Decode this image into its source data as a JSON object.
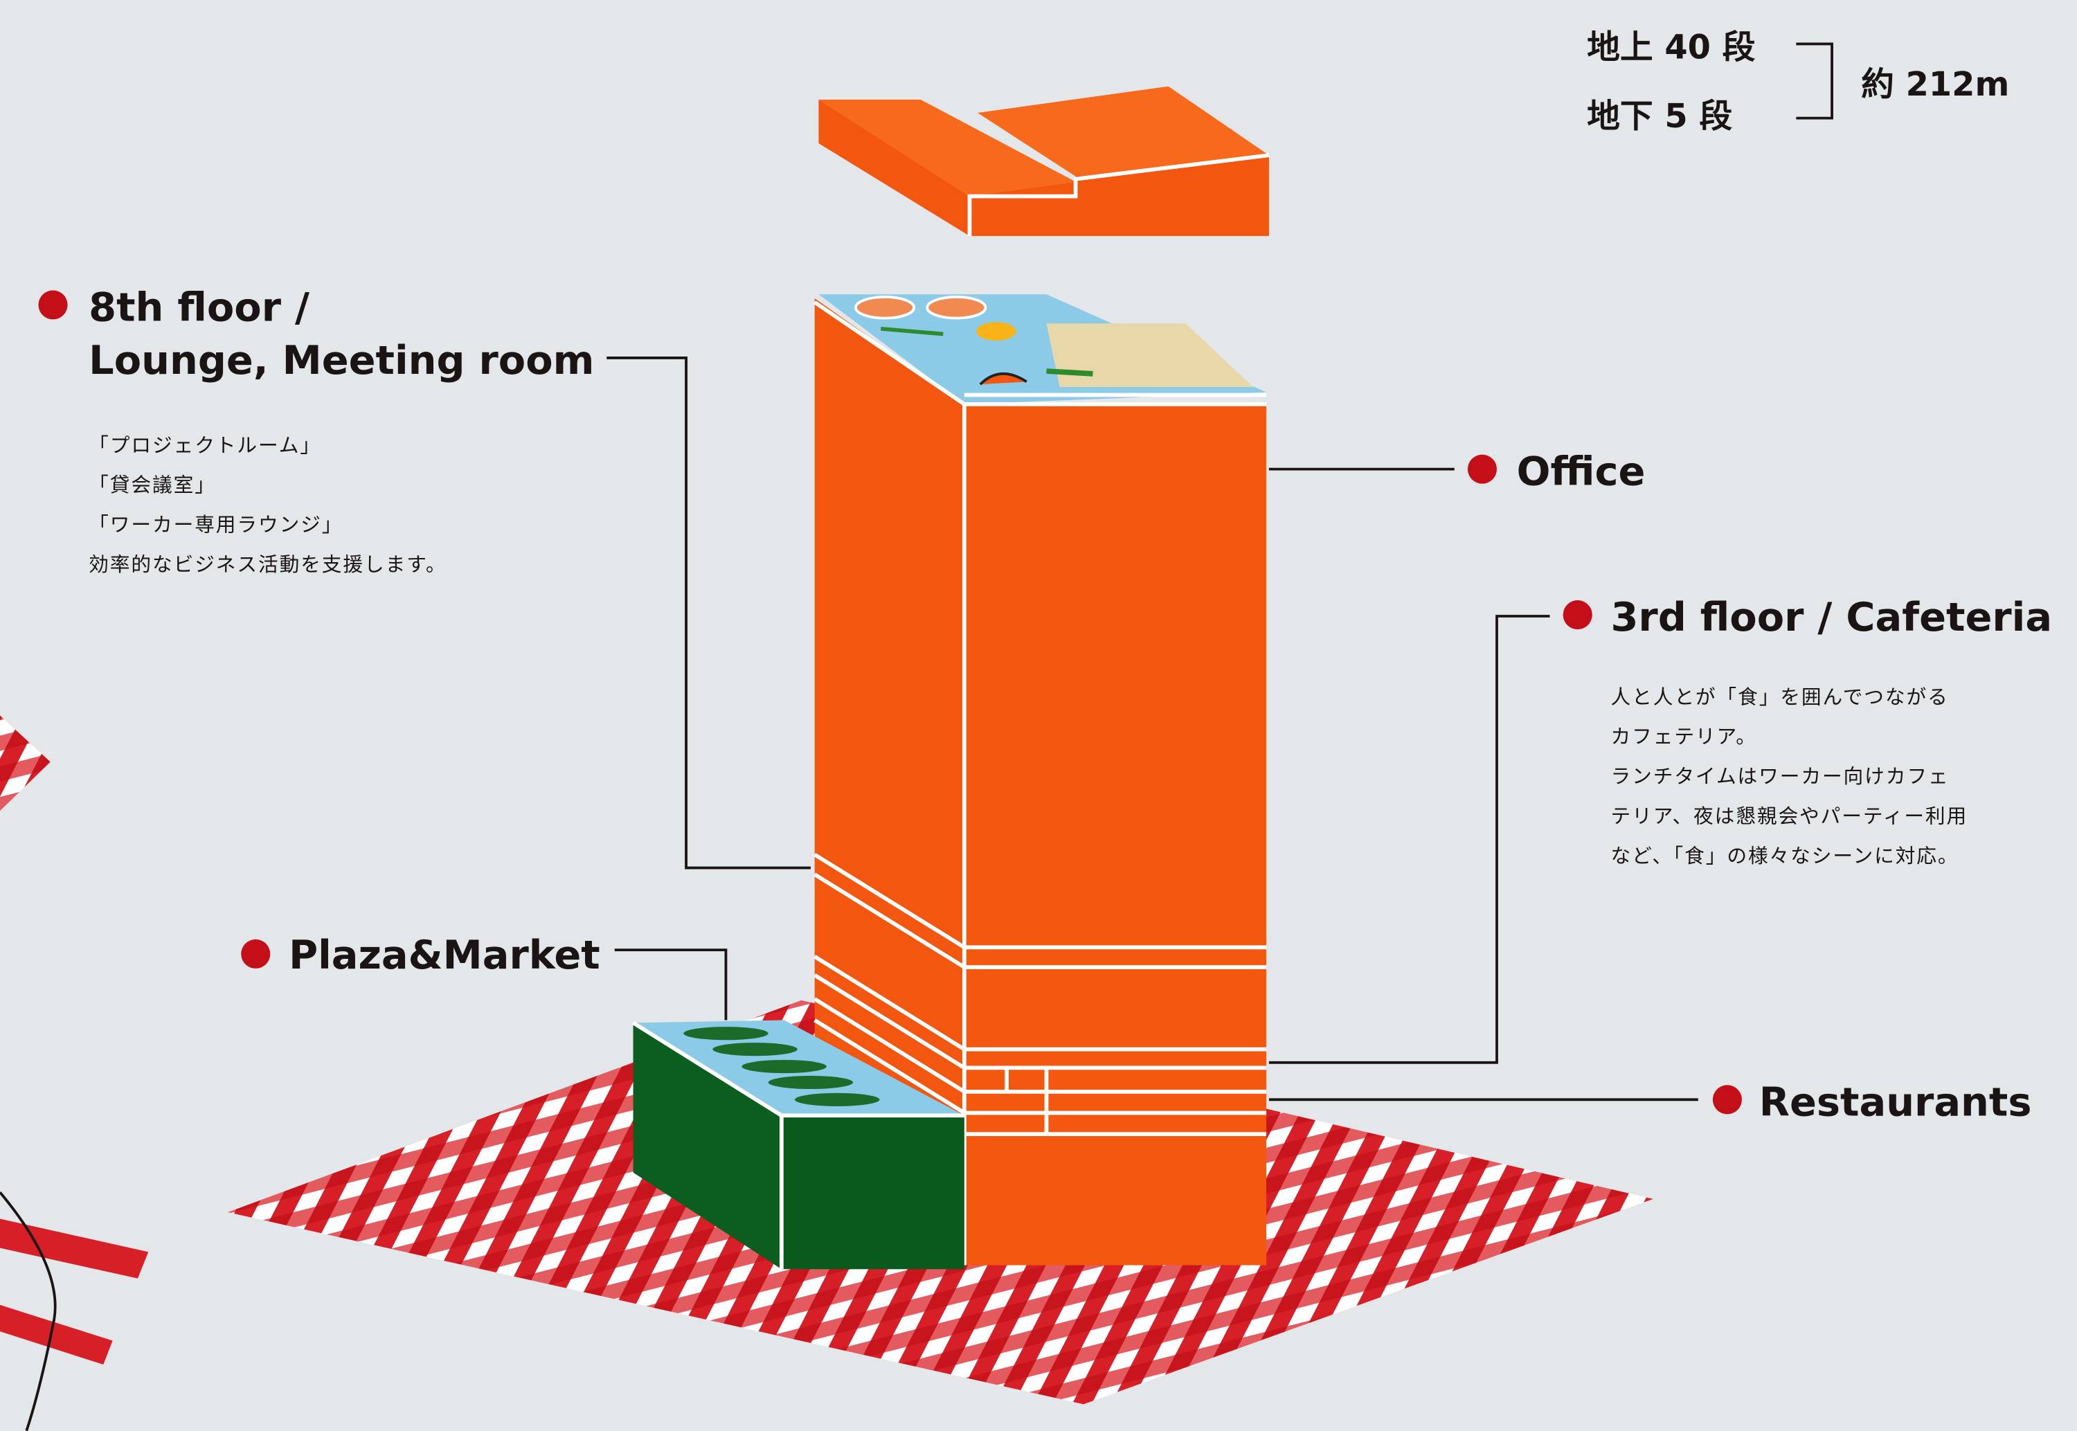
{
  "height_info": {
    "above_ground": "地上 40 段",
    "below_ground": "地下 5 段",
    "total_height": "約 212m"
  },
  "labels": {
    "lounge": {
      "title_line1": "8th floor /",
      "title_line2": "Lounge, Meeting room",
      "body": [
        "「プロジェクトルーム」",
        "「貸会議室」",
        "「ワーカー専用ラウンジ」",
        "効率的なビジネス活動を支援します。"
      ]
    },
    "office": {
      "title": "Office"
    },
    "cafeteria": {
      "title": "3rd floor / Cafeteria",
      "body": [
        "人と人とが「食」を囲んでつながる",
        "カフェテリア。",
        "ランチタイムはワーカー向けカフェ",
        "テリア、夜は懇親会やパーティー利用",
        "など、「食」の様々なシーンに対応。"
      ]
    },
    "plaza": {
      "title": "Plaza&Market"
    },
    "restaurants": {
      "title": "Restaurants"
    }
  },
  "colors": {
    "orange": "#f2560f",
    "orange_light": "#f76a1c",
    "green": "#0b5e1f",
    "red": "#d71f27",
    "dot": "#c40f18",
    "sky": "#8ccbe8"
  }
}
